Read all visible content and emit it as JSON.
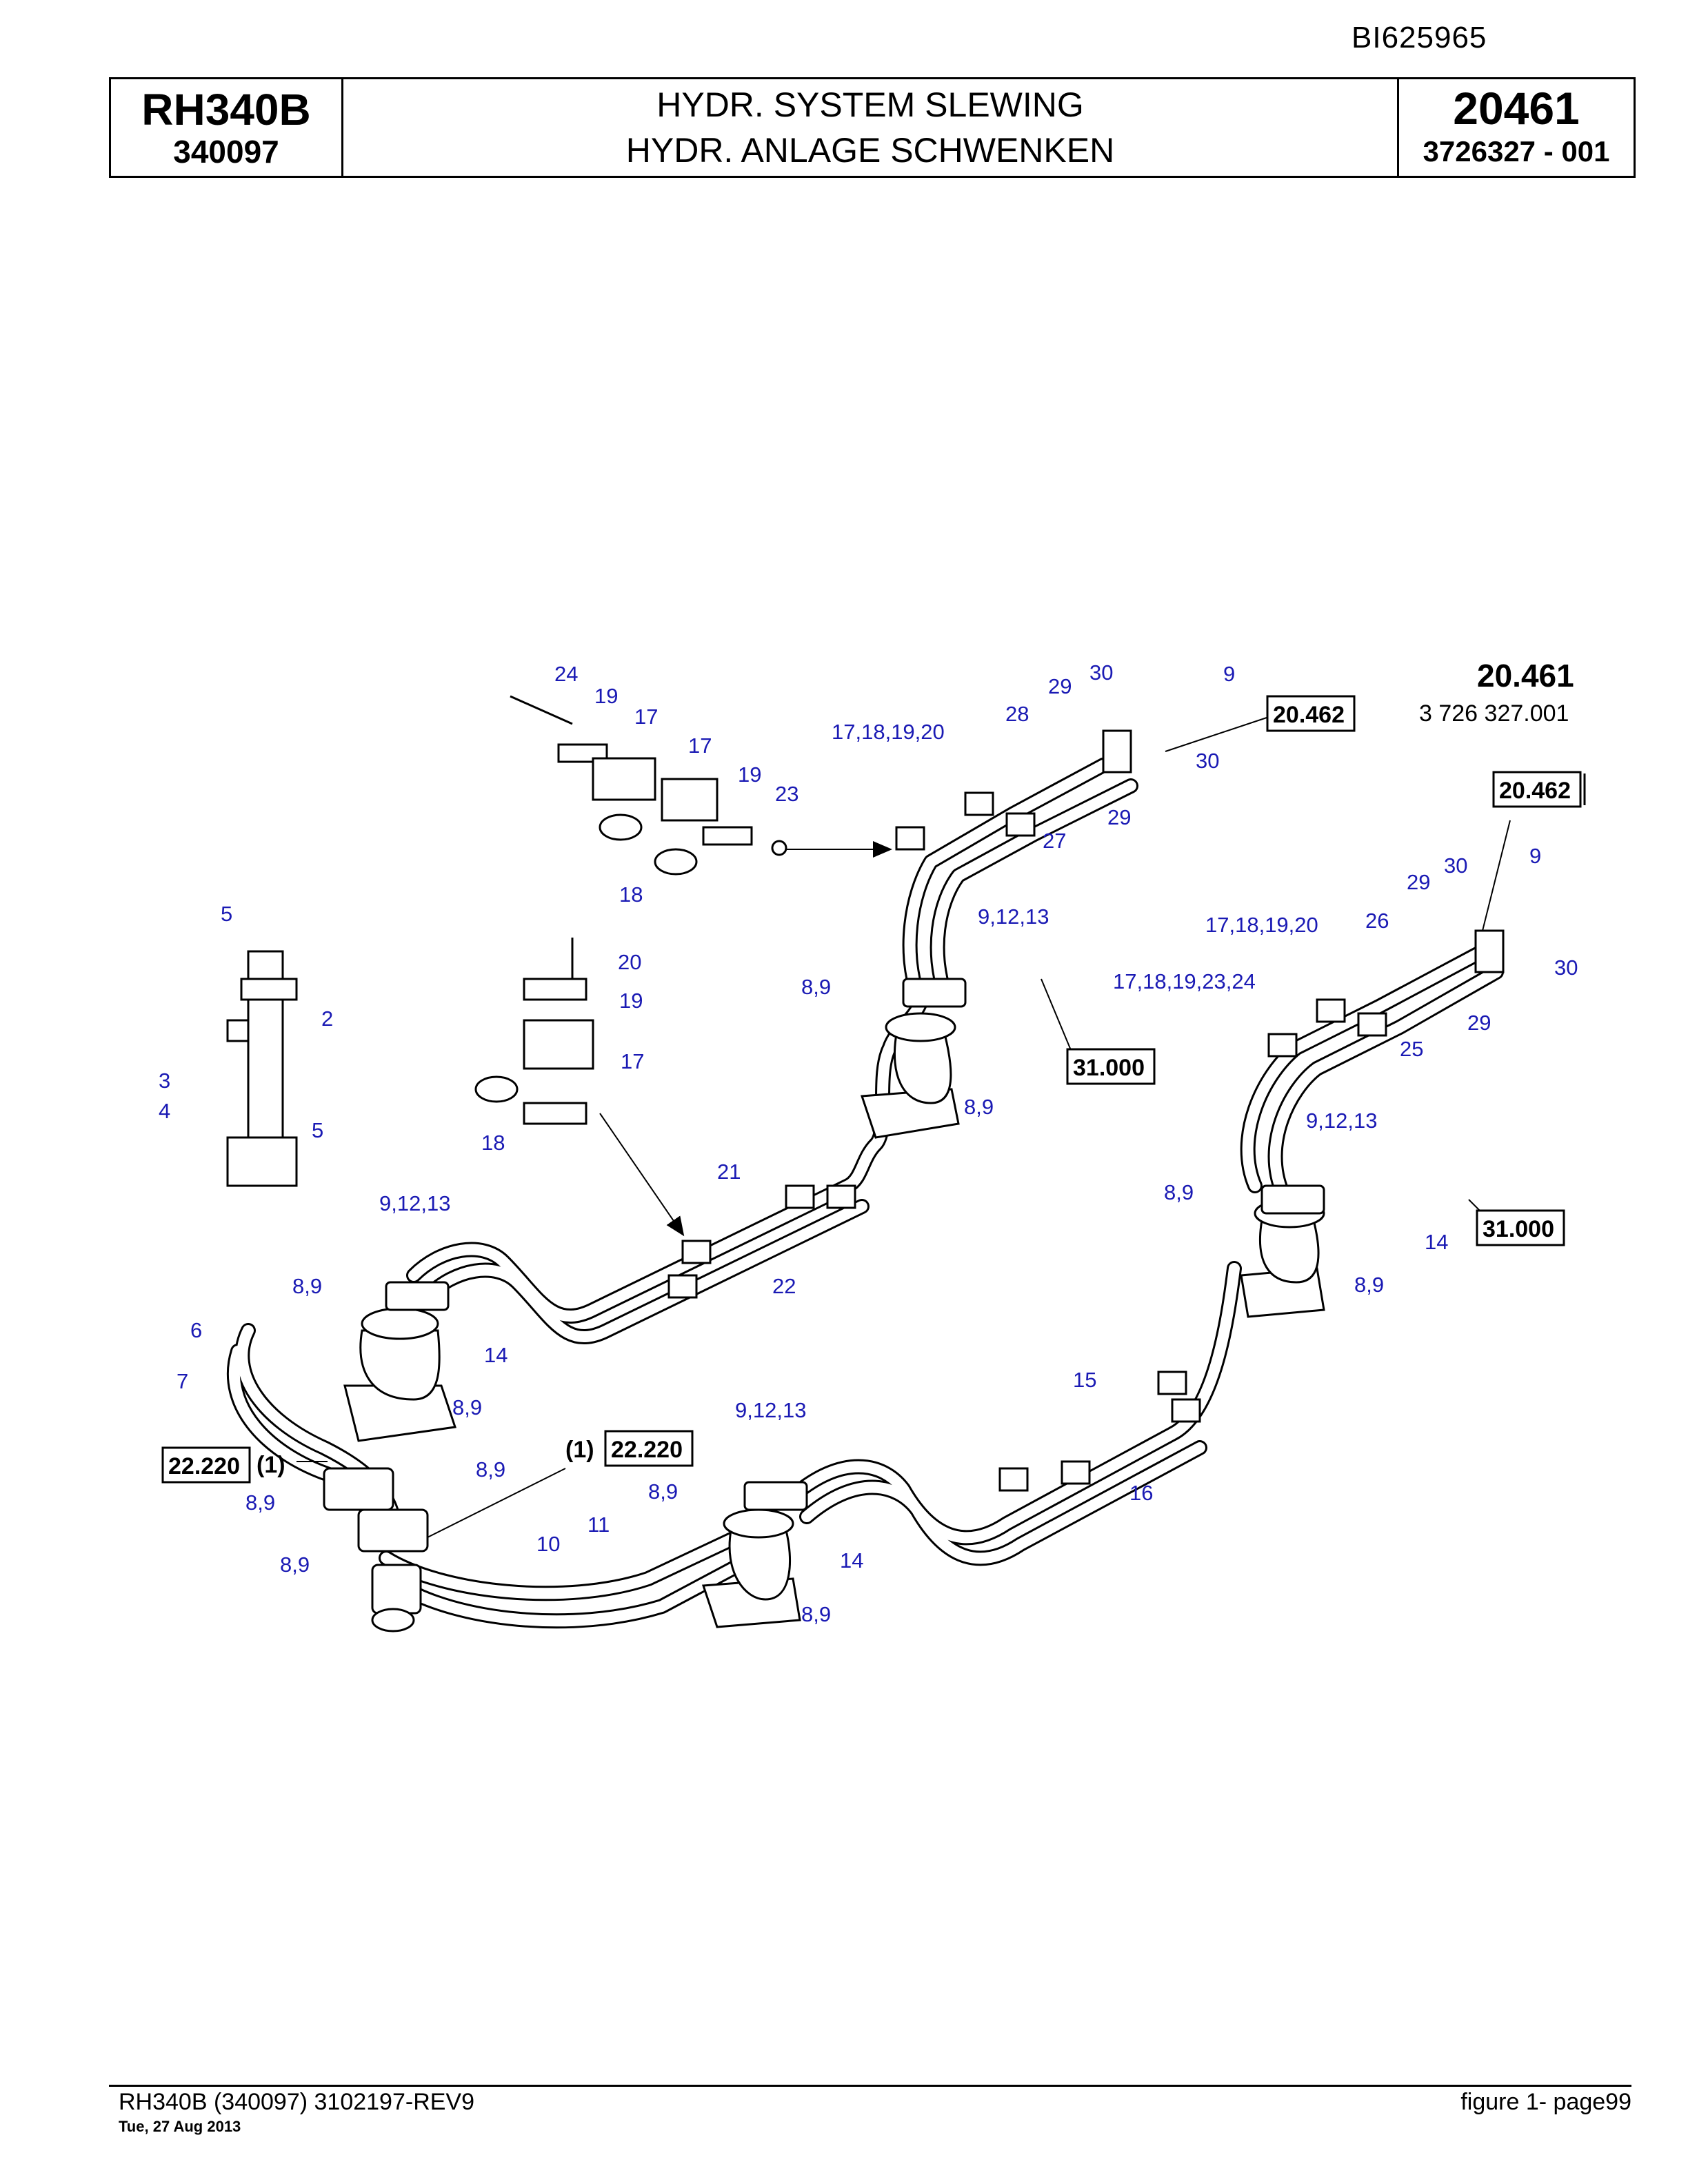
{
  "doc_id": "BI625965",
  "header": {
    "model": "RH340B",
    "serial": "340097",
    "title_en": "HYDR. SYSTEM SLEWING",
    "title_de": "HYDR. ANLAGE SCHWENKEN",
    "group_number": "20461",
    "part_number": "3726327  - 001"
  },
  "figure": {
    "group_label": "20.461",
    "group_code": "3 726 327.001",
    "references": [
      "20.462",
      "20.462",
      "31.000",
      "31.000",
      "22.220",
      "22.220"
    ],
    "ref_note": "(1)",
    "callouts": {
      "c24": "24",
      "c19a": "19",
      "c17a": "17",
      "c17b": "17",
      "c19b": "19",
      "c23": "23",
      "c18a": "18",
      "c20": "20",
      "c19c": "19",
      "c17c": "17",
      "c18b": "18",
      "c5a": "5",
      "c2": "2",
      "c3": "3",
      "c4": "4",
      "c5b": "5",
      "c29a": "29",
      "c30a": "30",
      "c9a": "9",
      "c28": "28",
      "c30b": "30",
      "c29b": "29",
      "c27": "27",
      "c17_18_19_20a": "17,18,19,20",
      "c9_12_13a": "9,12,13",
      "c8_9a": "8,9",
      "c8_9b": "8,9",
      "c29c": "29",
      "c30c": "30",
      "c9b": "9",
      "c30d": "30",
      "c29d": "29",
      "c26": "26",
      "c25": "25",
      "c17_18_19_20b": "17,18,19,20",
      "c17_18_19_23_24": "17,18,19,23,24",
      "c9_12_13b": "9,12,13",
      "c8_9c": "8,9",
      "c8_9d": "8,9",
      "c14a": "14",
      "c21": "21",
      "c22": "22",
      "c9_12_13c": "9,12,13",
      "c8_9e": "8,9",
      "c14b": "14",
      "c8_9f": "8,9",
      "c6": "6",
      "c7": "7",
      "c8_9g": "8,9",
      "c8_9h": "8,9",
      "c8_9i": "8,9",
      "c10": "10",
      "c11": "11",
      "c15": "15",
      "c16": "16",
      "c9_12_13d": "9,12,13",
      "c8_9j": "8,9",
      "c14c": "14",
      "c8_9k": "8,9"
    }
  },
  "footer": {
    "left": "RH340B (340097) 3102197-REV9",
    "date": "Tue, 27 Aug 2013",
    "right": "figure  1- page99"
  }
}
